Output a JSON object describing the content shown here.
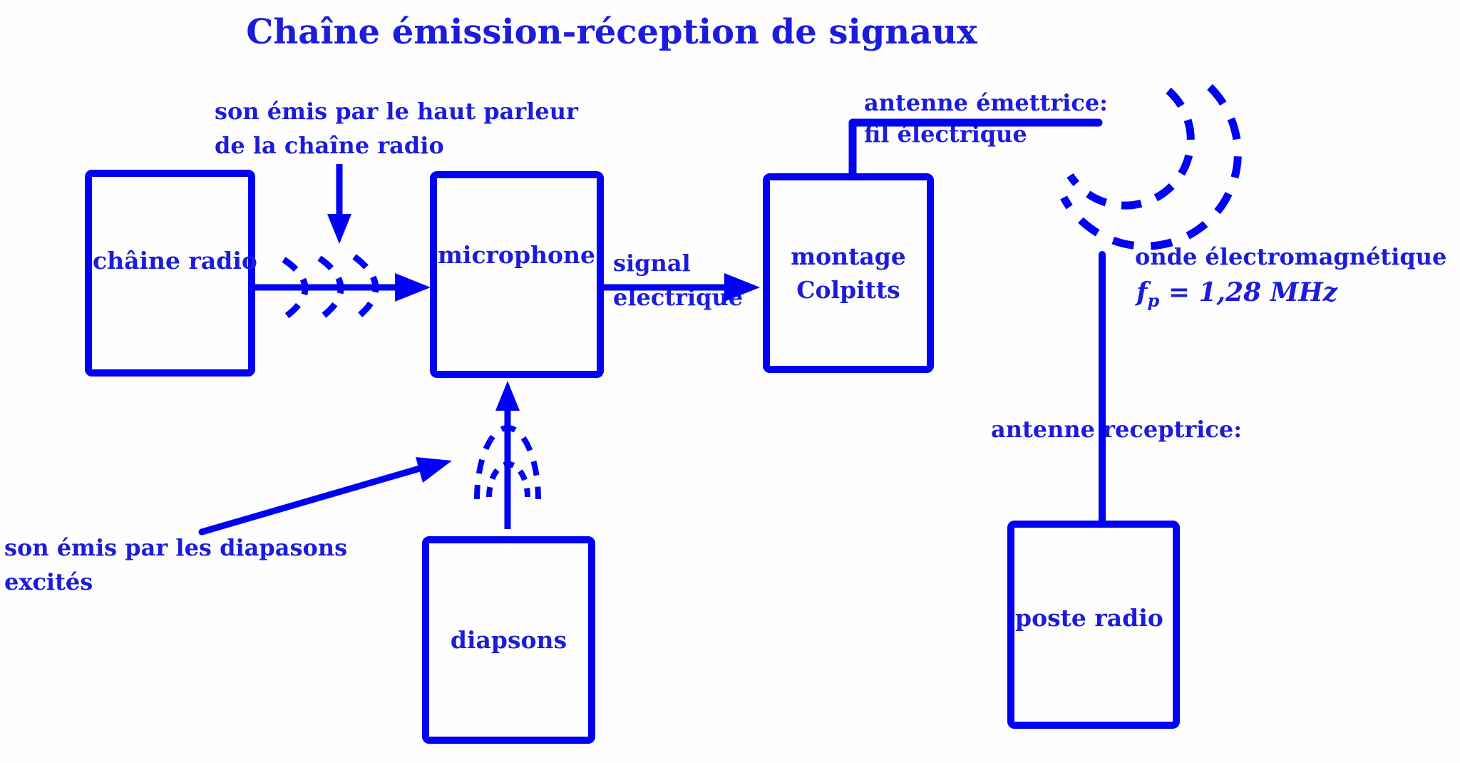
{
  "title": "Chaîne émission-réception de signaux",
  "colors": {
    "ink": "#0101f4",
    "text": "#1c1cdb",
    "background": "#fefefe"
  },
  "boxes": [
    {
      "id": "chaine-radio",
      "label": "châine radio"
    },
    {
      "id": "microphone",
      "label": "microphone"
    },
    {
      "id": "montage-colpitts",
      "label": "montage\nColpitts"
    },
    {
      "id": "diapsons",
      "label": "diapsons"
    },
    {
      "id": "poste-radio",
      "label": "poste radio"
    }
  ],
  "annotations": {
    "speaker_note": "son émis par le haut parleur\nde la chaîne radio",
    "signal_label": "signal\nelectrique",
    "tx_antenna_label": "antenne émettrice:\nfil électrique",
    "wave_label": "onde électromagnétique",
    "freq_f": "f",
    "freq_sub": "p",
    "freq_rest": " = 1,28 MHz",
    "rx_antenna_label": "antenne receptrice:",
    "diapason_note": "son émis par les diapasons\nexcités"
  }
}
